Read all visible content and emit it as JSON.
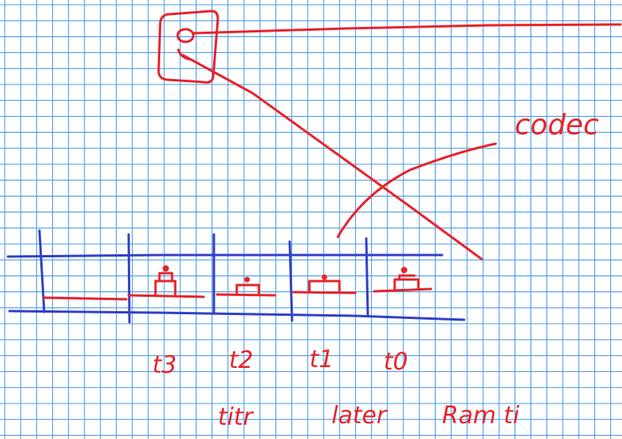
{
  "colors": {
    "background": "#ffffff",
    "grid": "#4d9be6",
    "ink_blue": "#3340c8",
    "ink_red": "#e6242b"
  },
  "labels": {
    "annotation": "codec",
    "t3": "t3",
    "t2": "t2",
    "t1": "t1",
    "t0": "t0",
    "bottom_left": "titr",
    "bottom_middle": "later",
    "bottom_right": "Ram ti"
  },
  "icons": {
    "grid": "graph-paper-grid",
    "person": "stick-figure-icon"
  }
}
